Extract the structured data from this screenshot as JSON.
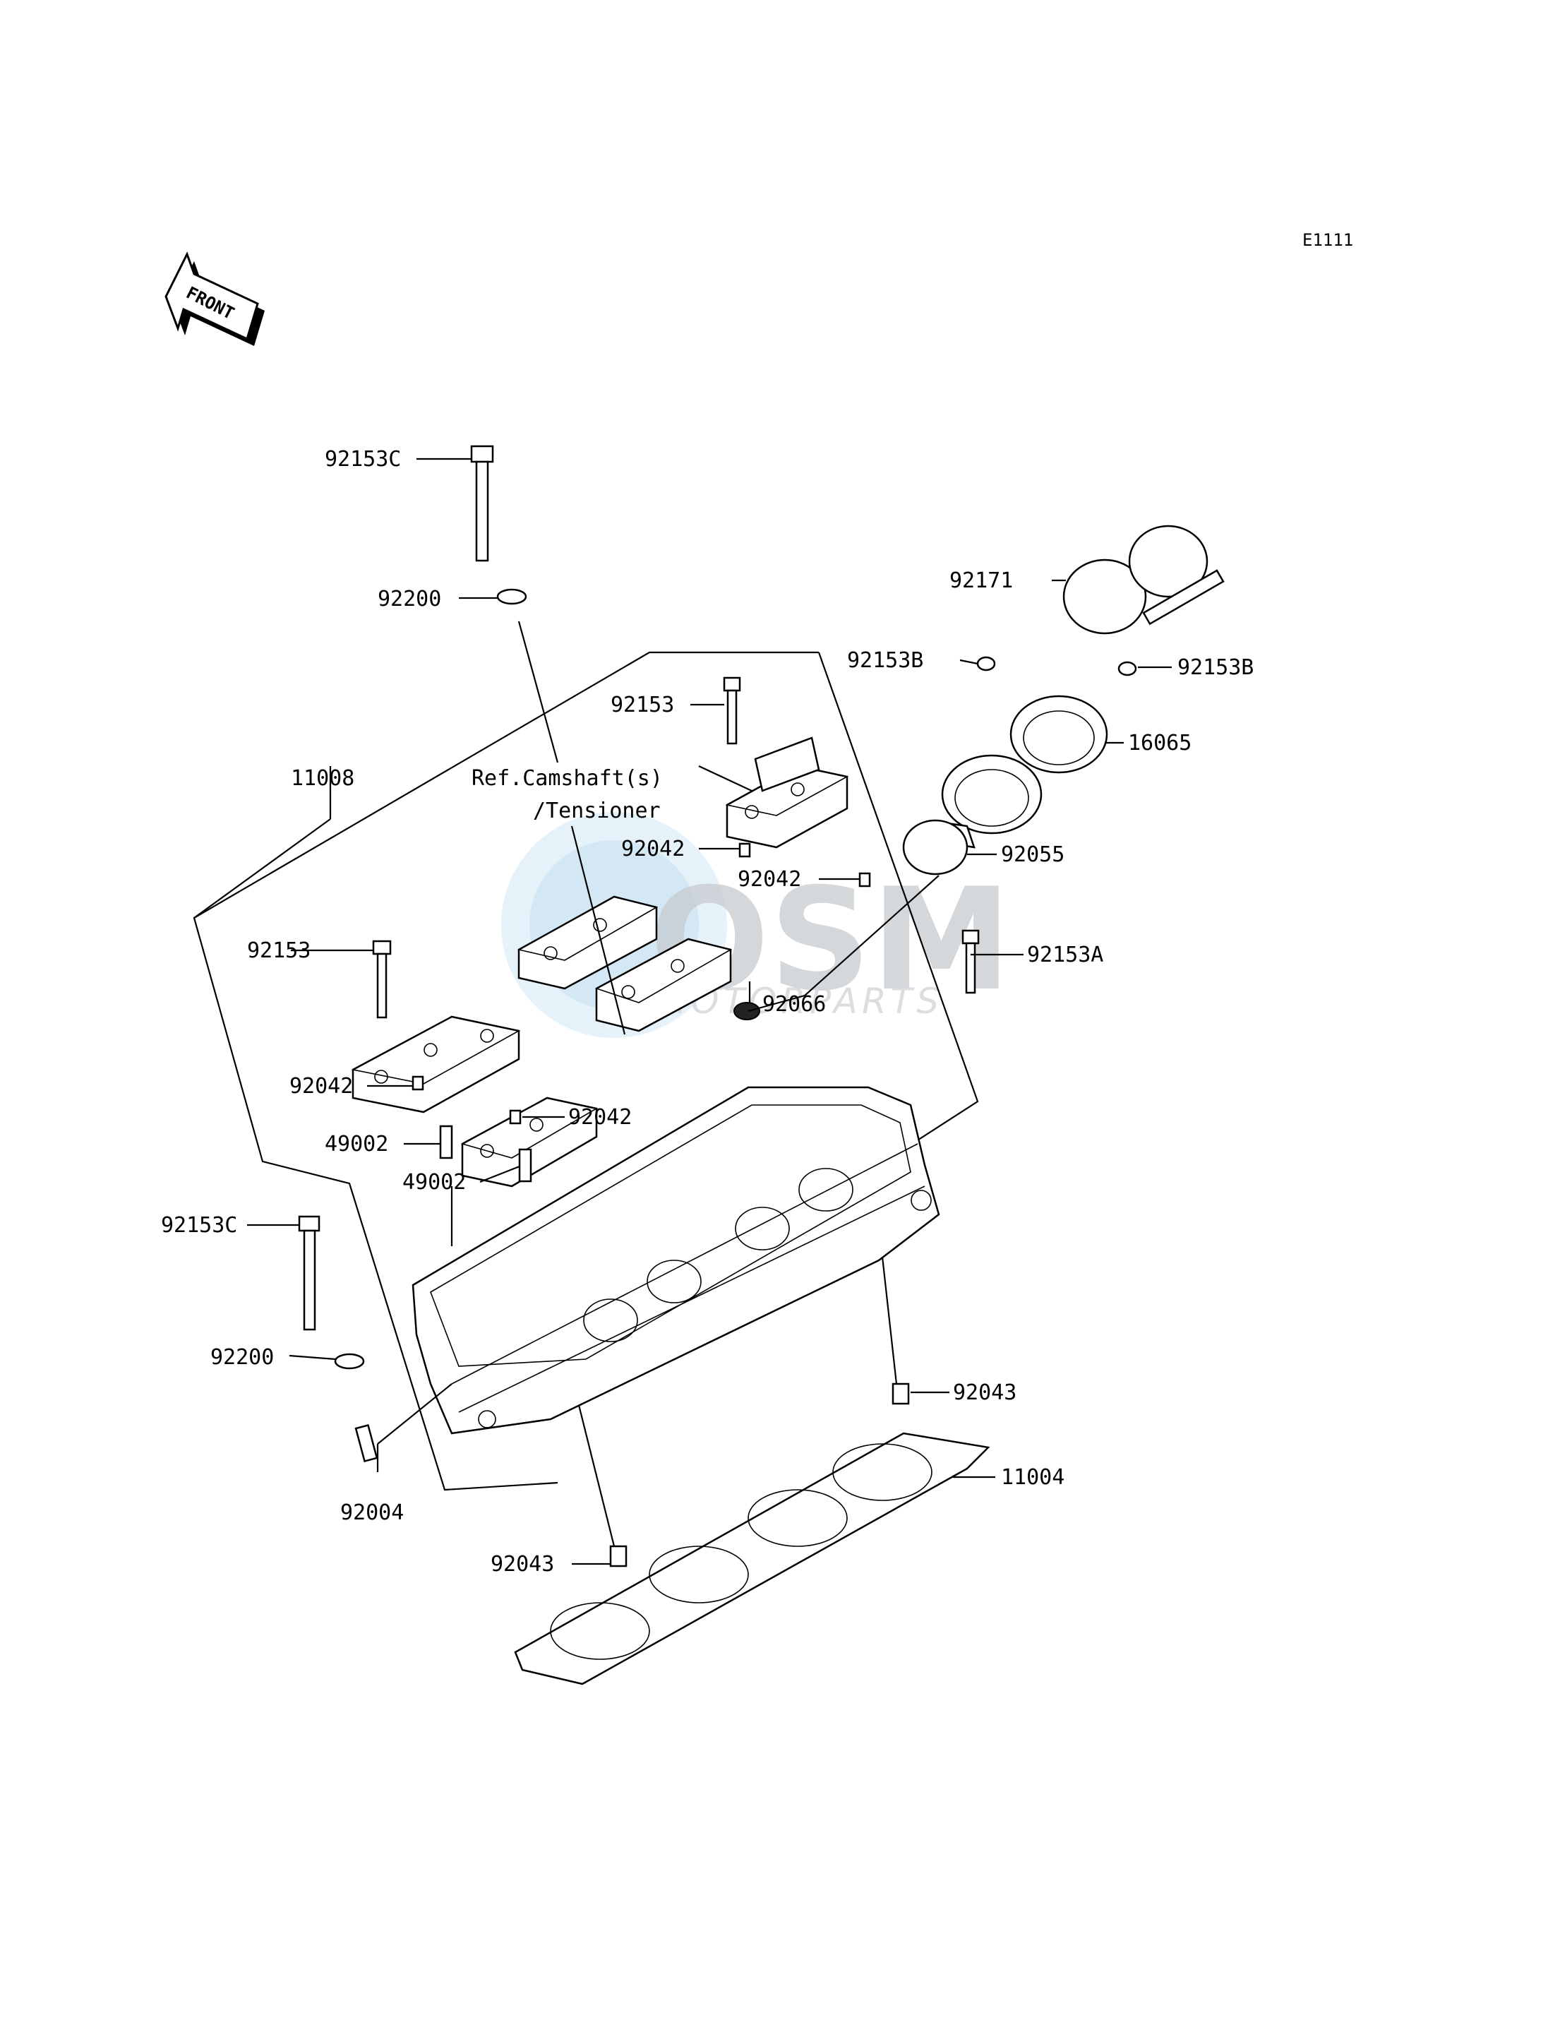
{
  "diagram_code": "E1111",
  "front_indicator": "FRONT",
  "watermark": {
    "brand": "OSM",
    "tagline": "MOTORPARTS"
  },
  "reference_note": {
    "line1": "Ref.Camshaft(s)",
    "line2": "/Tensioner"
  },
  "parts": {
    "p92153C_top": "92153C",
    "p92200_top": "92200",
    "p92153_cap": "92153",
    "p11008": "11008",
    "p92042_a": "92042",
    "p92042_b": "92042",
    "p92153_left": "92153",
    "p92042_c": "92042",
    "p92042_d": "92042",
    "p49002_a": "49002",
    "p49002_b": "49002",
    "p92153C_left": "92153C",
    "p92200_left": "92200",
    "p92004": "92004",
    "p92043_right": "92043",
    "p11004": "11004",
    "p92043_bottom": "92043",
    "p92171": "92171",
    "p92153B_left": "92153B",
    "p92153B_right": "92153B",
    "p16065": "16065",
    "p92055": "92055",
    "p92153A": "92153A",
    "p92066": "92066"
  }
}
